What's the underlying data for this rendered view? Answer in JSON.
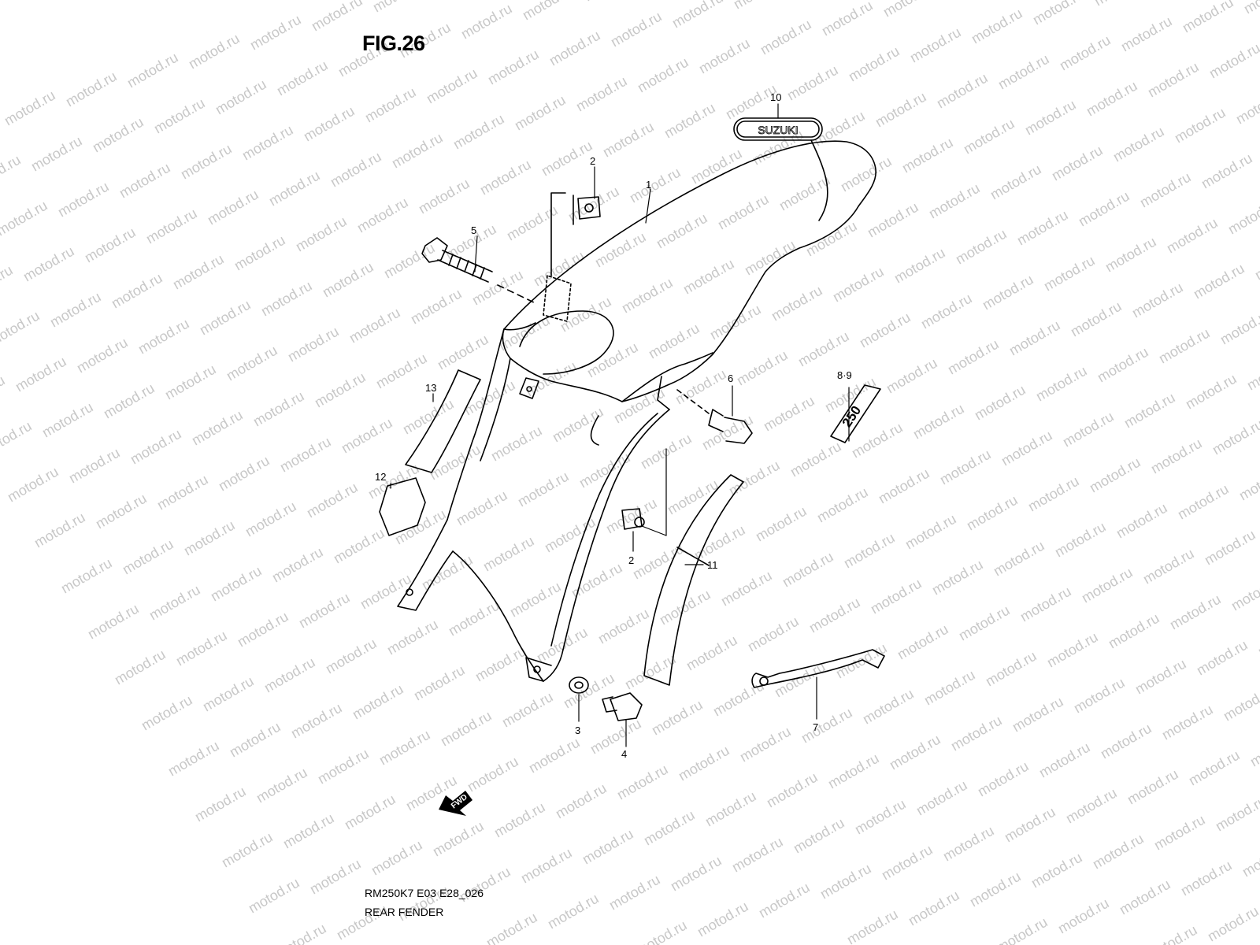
{
  "figure": {
    "title": "FIG.26",
    "code": "RM250K7 E03 E28_026",
    "name": "REAR FENDER"
  },
  "watermark": {
    "text": "motod.ru",
    "color": "#c8c8c8"
  },
  "callouts": [
    {
      "id": "1",
      "label": "1"
    },
    {
      "id": "2a",
      "label": "2"
    },
    {
      "id": "2b",
      "label": "2"
    },
    {
      "id": "3",
      "label": "3"
    },
    {
      "id": "4",
      "label": "4"
    },
    {
      "id": "5",
      "label": "5"
    },
    {
      "id": "6",
      "label": "6"
    },
    {
      "id": "7",
      "label": "7"
    },
    {
      "id": "89",
      "label": "8·9"
    },
    {
      "id": "10",
      "label": "10"
    },
    {
      "id": "11",
      "label": "11"
    },
    {
      "id": "12",
      "label": "12"
    },
    {
      "id": "13",
      "label": "13"
    }
  ],
  "emblem": {
    "text": "SUZUKI"
  },
  "badge": {
    "text": "250"
  },
  "direction": {
    "text": "FWD",
    "icon": "arrow-icon"
  },
  "colors": {
    "line": "#000000",
    "background": "#ffffff"
  }
}
